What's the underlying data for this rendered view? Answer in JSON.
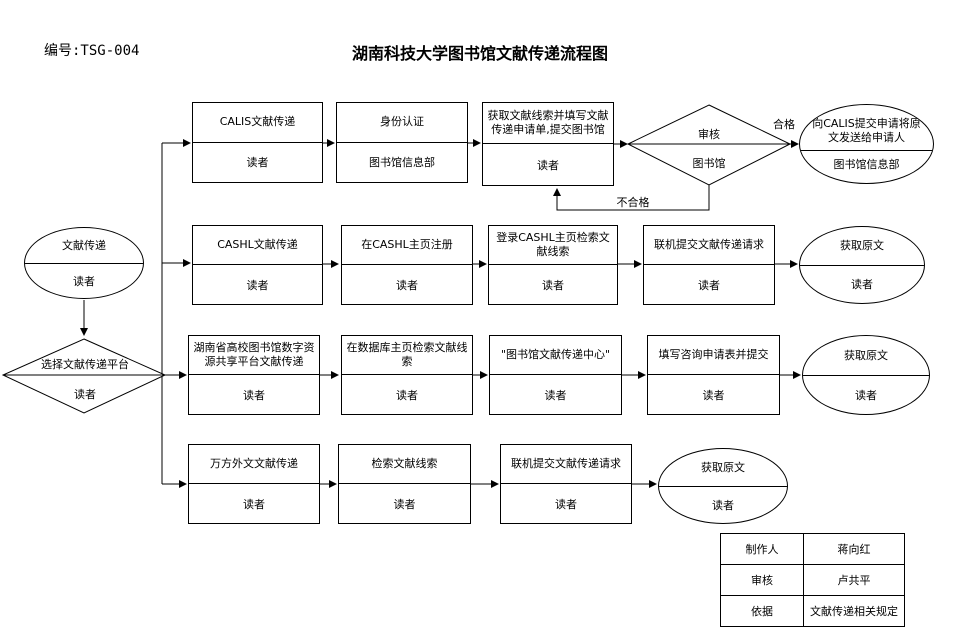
{
  "header": {
    "code": "编号:TSG-004",
    "title": "湖南科技大学图书馆文献传递流程图"
  },
  "start": {
    "top": "文献传递",
    "bottom": "读者"
  },
  "choose": {
    "top": "选择文献传递平台",
    "bottom": "读者"
  },
  "rows": [
    {
      "steps": [
        {
          "top": "CALIS文献传递",
          "bottom": "读者"
        },
        {
          "top": "身份认证",
          "bottom": "图书馆信息部"
        },
        {
          "top": "获取文献线索并填写文献传递申请单,提交图书馆",
          "bottom": "读者"
        }
      ],
      "decision": {
        "top": "审核",
        "bottom": "图书馆"
      },
      "pass_label": "合格",
      "fail_label": "不合格",
      "end": {
        "top": "向CALIS提交申请将原文发送给申请人",
        "bottom": "图书馆信息部"
      }
    },
    {
      "steps": [
        {
          "top": "CASHL文献传递",
          "bottom": "读者"
        },
        {
          "top": "在CASHL主页注册",
          "bottom": "读者"
        },
        {
          "top": "登录CASHL主页检索文献线索",
          "bottom": "读者"
        },
        {
          "top": "联机提交文献传递请求",
          "bottom": "读者"
        }
      ],
      "end": {
        "top": "获取原文",
        "bottom": "读者"
      }
    },
    {
      "steps": [
        {
          "top": "湖南省高校图书馆数字资源共享平台文献传递",
          "bottom": "读者"
        },
        {
          "top": "在数据库主页检索文献线索",
          "bottom": "读者"
        },
        {
          "top": "\"图书馆文献传递中心\"",
          "bottom": "读者"
        },
        {
          "top": "填写咨询申请表并提交",
          "bottom": "读者"
        }
      ],
      "end": {
        "top": "获取原文",
        "bottom": "读者"
      }
    },
    {
      "steps": [
        {
          "top": "万方外文文献传递",
          "bottom": "读者"
        },
        {
          "top": "检索文献线索",
          "bottom": "读者"
        },
        {
          "top": "联机提交文献传递请求",
          "bottom": "读者"
        }
      ],
      "end": {
        "top": "获取原文",
        "bottom": "读者"
      }
    }
  ],
  "meta": [
    {
      "label": "制作人",
      "value": "蒋向红"
    },
    {
      "label": "审核",
      "value": "卢共平"
    },
    {
      "label": "依据",
      "value": "文献传递相关规定"
    }
  ]
}
